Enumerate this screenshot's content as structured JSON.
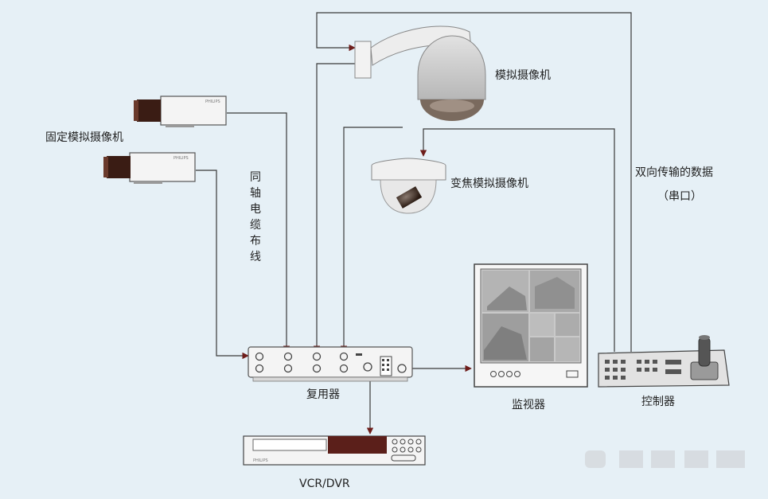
{
  "labels": {
    "fixed_camera": "固定模拟摄像机",
    "coax_cable": "同轴电缆布线",
    "ptz_camera": "模拟摄像机",
    "zoom_camera": "变焦模拟摄像机",
    "bidirectional_data": "双向传输的数据",
    "serial_port": "（串口）",
    "multiplexer": "复用器",
    "monitor": "监视器",
    "controller": "控制器",
    "recorder": "VCR/DVR"
  },
  "brand_text": "PHILIPS",
  "colors": {
    "background": "#e6f0f6",
    "line": "#3a3a3a",
    "arrow": "#6e1d1a",
    "device_body": "#f4f4f4",
    "device_outline": "#555555",
    "lens": "#3a1c14",
    "recorder_panel": "#5b1f1a"
  }
}
